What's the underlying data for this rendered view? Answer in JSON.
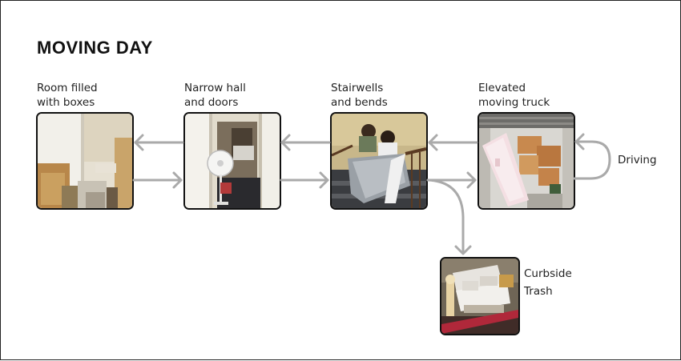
{
  "diagram": {
    "title": "MOVING DAY",
    "steps": [
      {
        "label": "Room filled\nwith boxes",
        "photo": "room-with-boxes"
      },
      {
        "label": "Narrow hall\nand doors",
        "photo": "narrow-hallway"
      },
      {
        "label": "Stairwells\nand bends",
        "photo": "stairwell-couch"
      },
      {
        "label": "Elevated\nmoving truck",
        "photo": "truck-interior"
      }
    ],
    "loop_label": "Driving",
    "branch": {
      "label": "Curbside\nTrash",
      "photo": "couch-on-curb"
    },
    "arrow_color": "#aaaaaa"
  }
}
